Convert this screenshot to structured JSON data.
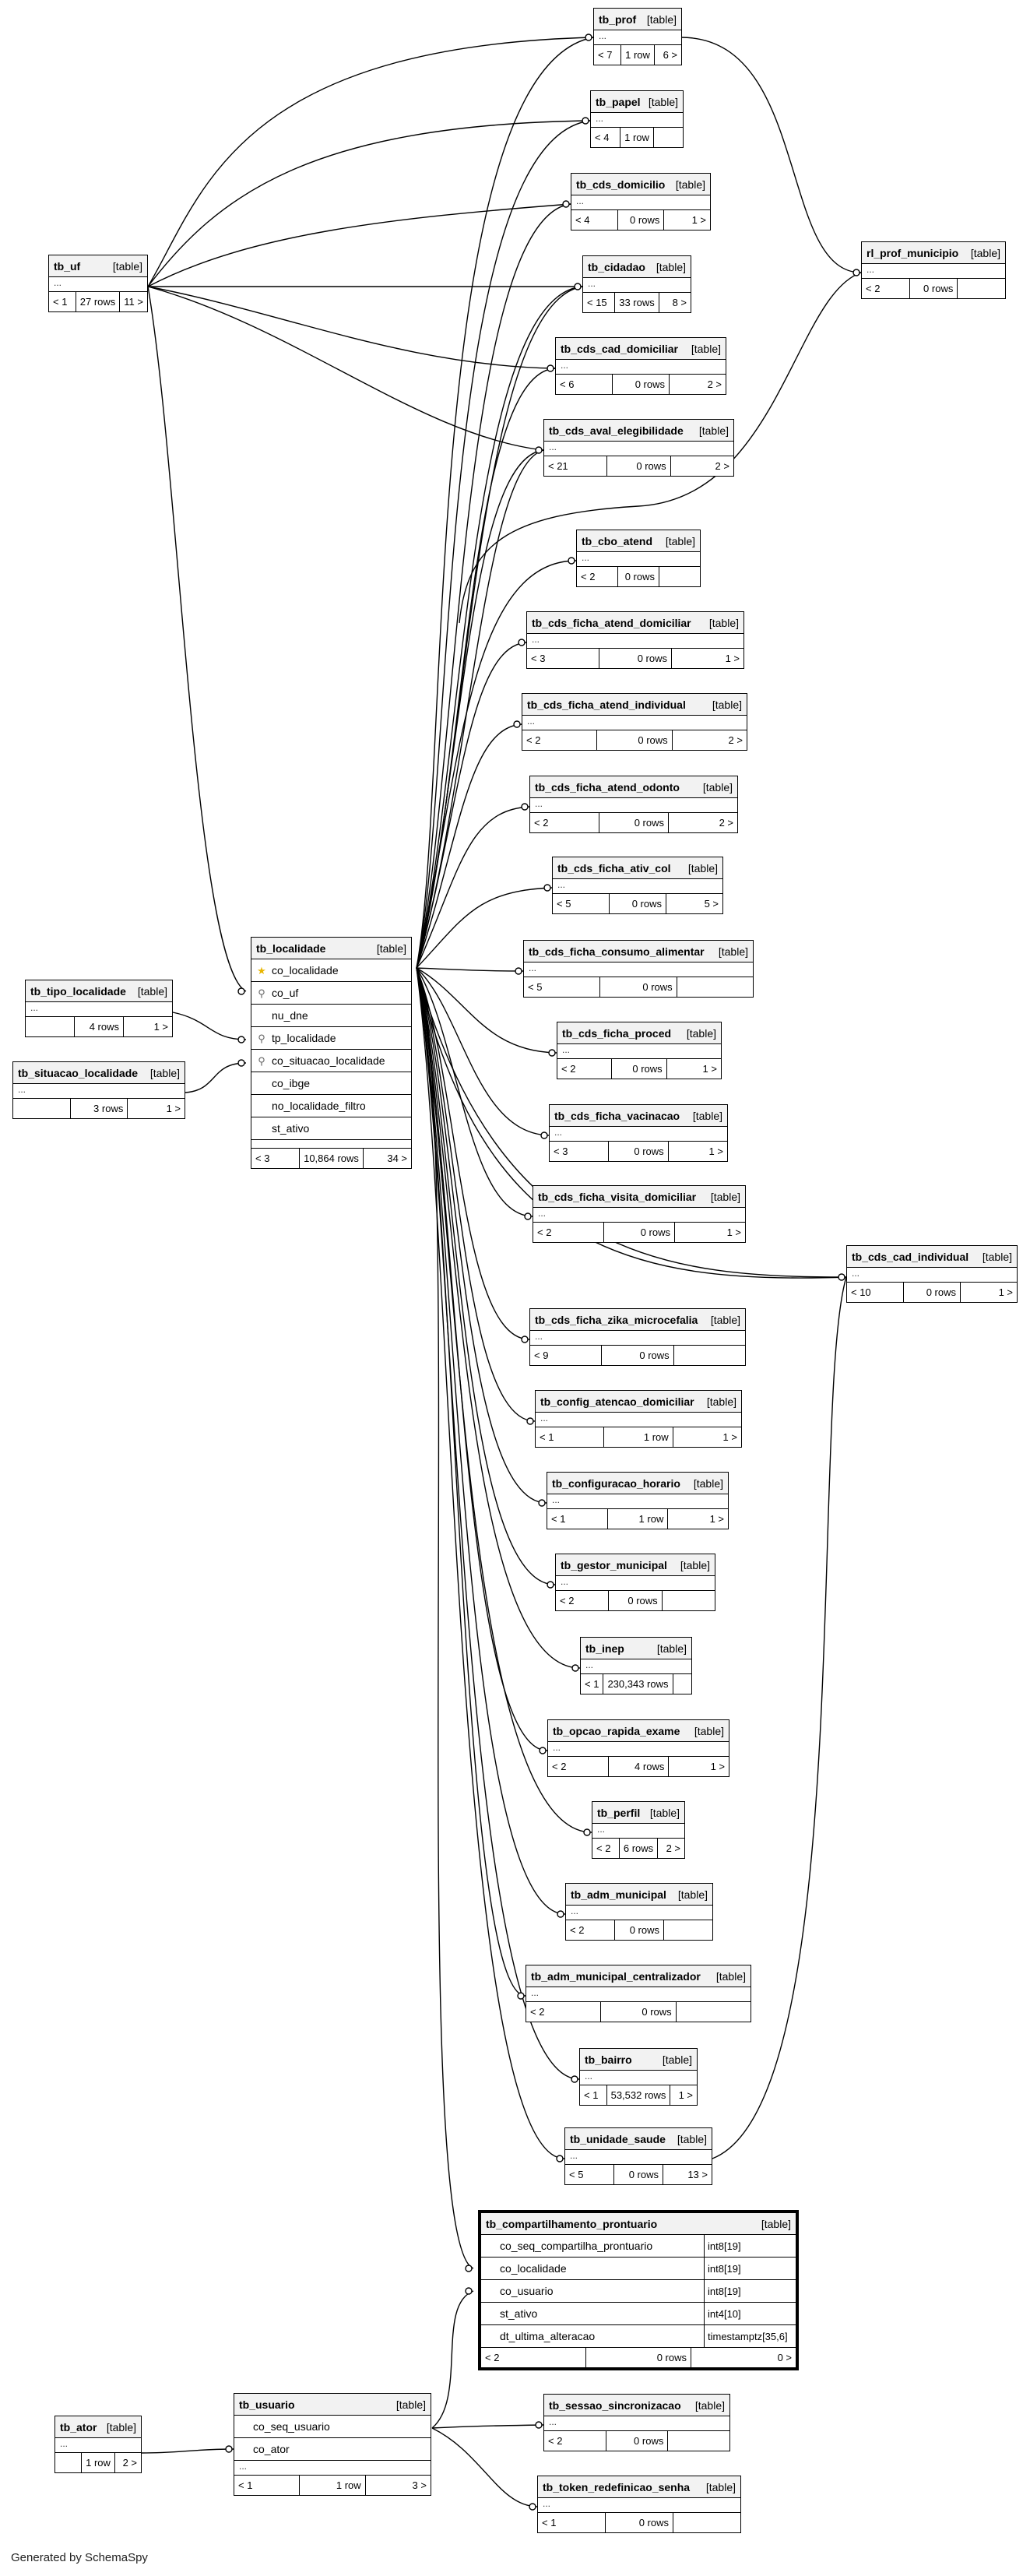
{
  "footer": "Generated by SchemaSpy",
  "kind_label": "[table]",
  "ellipsis": "...",
  "colors": {
    "line": "#000000",
    "header_bg": "#f2f2f2",
    "pk_key": "#e8b500"
  },
  "tables": {
    "tb_prof": {
      "name": "tb_prof",
      "parents": "< 7",
      "rows": "1 row",
      "children": "6 >"
    },
    "tb_papel": {
      "name": "tb_papel",
      "parents": "< 4",
      "rows": "1 row",
      "children": ""
    },
    "tb_cds_domicilio": {
      "name": "tb_cds_domicilio",
      "parents": "< 4",
      "rows": "0 rows",
      "children": "1 >"
    },
    "tb_cidadao": {
      "name": "tb_cidadao",
      "parents": "< 15",
      "rows": "33 rows",
      "children": "8 >"
    },
    "tb_cds_cad_domiciliar": {
      "name": "tb_cds_cad_domiciliar",
      "parents": "< 6",
      "rows": "0 rows",
      "children": "2 >"
    },
    "tb_cds_aval_elegibilidade": {
      "name": "tb_cds_aval_elegibilidade",
      "parents": "< 21",
      "rows": "0 rows",
      "children": "2 >"
    },
    "rl_prof_municipio": {
      "name": "rl_prof_municipio",
      "parents": "< 2",
      "rows": "0 rows",
      "children": ""
    },
    "tb_uf": {
      "name": "tb_uf",
      "parents": "< 1",
      "rows": "27 rows",
      "children": "11 >"
    },
    "tb_cbo_atend": {
      "name": "tb_cbo_atend",
      "parents": "< 2",
      "rows": "0 rows",
      "children": ""
    },
    "tb_cds_ficha_atend_domiciliar": {
      "name": "tb_cds_ficha_atend_domiciliar",
      "parents": "< 3",
      "rows": "0 rows",
      "children": "1 >"
    },
    "tb_cds_ficha_atend_individual": {
      "name": "tb_cds_ficha_atend_individual",
      "parents": "< 2",
      "rows": "0 rows",
      "children": "2 >"
    },
    "tb_cds_ficha_atend_odonto": {
      "name": "tb_cds_ficha_atend_odonto",
      "parents": "< 2",
      "rows": "0 rows",
      "children": "2 >"
    },
    "tb_cds_ficha_ativ_col": {
      "name": "tb_cds_ficha_ativ_col",
      "parents": "< 5",
      "rows": "0 rows",
      "children": "5 >"
    },
    "tb_cds_ficha_consumo_alimentar": {
      "name": "tb_cds_ficha_consumo_alimentar",
      "parents": "< 5",
      "rows": "0 rows",
      "children": ""
    },
    "tb_cds_ficha_proced": {
      "name": "tb_cds_ficha_proced",
      "parents": "< 2",
      "rows": "0 rows",
      "children": "1 >"
    },
    "tb_cds_ficha_vacinacao": {
      "name": "tb_cds_ficha_vacinacao",
      "parents": "< 3",
      "rows": "0 rows",
      "children": "1 >"
    },
    "tb_cds_ficha_visita_domiciliar": {
      "name": "tb_cds_ficha_visita_domiciliar",
      "parents": "< 2",
      "rows": "0 rows",
      "children": "1 >"
    },
    "tb_cds_cad_individual": {
      "name": "tb_cds_cad_individual",
      "parents": "< 10",
      "rows": "0 rows",
      "children": "1 >"
    },
    "tb_cds_ficha_zika_microcefalia": {
      "name": "tb_cds_ficha_zika_microcefalia",
      "parents": "< 9",
      "rows": "0 rows",
      "children": ""
    },
    "tb_config_atencao_domiciliar": {
      "name": "tb_config_atencao_domiciliar",
      "parents": "< 1",
      "rows": "1 row",
      "children": "1 >"
    },
    "tb_configuracao_horario": {
      "name": "tb_configuracao_horario",
      "parents": "< 1",
      "rows": "1 row",
      "children": "1 >"
    },
    "tb_gestor_municipal": {
      "name": "tb_gestor_municipal",
      "parents": "< 2",
      "rows": "0 rows",
      "children": ""
    },
    "tb_inep": {
      "name": "tb_inep",
      "parents": "< 1",
      "rows": "230,343 rows",
      "children": ""
    },
    "tb_opcao_rapida_exame": {
      "name": "tb_opcao_rapida_exame",
      "parents": "< 2",
      "rows": "4 rows",
      "children": "1 >"
    },
    "tb_perfil": {
      "name": "tb_perfil",
      "parents": "< 2",
      "rows": "6 rows",
      "children": "2 >"
    },
    "tb_adm_municipal": {
      "name": "tb_adm_municipal",
      "parents": "< 2",
      "rows": "0 rows",
      "children": ""
    },
    "tb_adm_municipal_centralizador": {
      "name": "tb_adm_municipal_centralizador",
      "parents": "< 2",
      "rows": "0 rows",
      "children": ""
    },
    "tb_bairro": {
      "name": "tb_bairro",
      "parents": "< 1",
      "rows": "53,532 rows",
      "children": "1 >"
    },
    "tb_unidade_saude": {
      "name": "tb_unidade_saude",
      "parents": "< 5",
      "rows": "0 rows",
      "children": "13 >"
    },
    "tb_tipo_localidade": {
      "name": "tb_tipo_localidade",
      "parents": "",
      "rows": "4 rows",
      "children": "1 >"
    },
    "tb_situacao_localidade": {
      "name": "tb_situacao_localidade",
      "parents": "",
      "rows": "3 rows",
      "children": "1 >"
    },
    "tb_localidade": {
      "name": "tb_localidade",
      "parents": "< 3",
      "rows": "10,864 rows",
      "children": "34 >",
      "columns": [
        "co_localidade",
        "co_uf",
        "nu_dne",
        "tp_localidade",
        "co_situacao_localidade",
        "co_ibge",
        "no_localidade_filtro",
        "st_ativo"
      ]
    },
    "tb_compartilhamento_prontuario": {
      "name": "tb_compartilhamento_prontuario",
      "parents": "< 2",
      "rows": "0 rows",
      "children": "0 >",
      "columns": [
        {
          "name": "co_seq_compartilha_prontuario",
          "type": "int8[19]"
        },
        {
          "name": "co_localidade",
          "type": "int8[19]"
        },
        {
          "name": "co_usuario",
          "type": "int8[19]"
        },
        {
          "name": "st_ativo",
          "type": "int4[10]"
        },
        {
          "name": "dt_ultima_alteracao",
          "type": "timestamptz[35,6]"
        }
      ]
    },
    "tb_usuario": {
      "name": "tb_usuario",
      "parents": "< 1",
      "rows": "1 row",
      "children": "3 >",
      "columns": [
        "co_seq_usuario",
        "co_ator"
      ]
    },
    "tb_ator": {
      "name": "tb_ator",
      "parents": "",
      "rows": "1 row",
      "children": "2 >"
    },
    "tb_sessao_sincronizacao": {
      "name": "tb_sessao_sincronizacao",
      "parents": "< 2",
      "rows": "0 rows",
      "children": ""
    },
    "tb_token_redefinicao_senha": {
      "name": "tb_token_redefinicao_senha",
      "parents": "< 1",
      "rows": "0 rows",
      "children": ""
    }
  }
}
